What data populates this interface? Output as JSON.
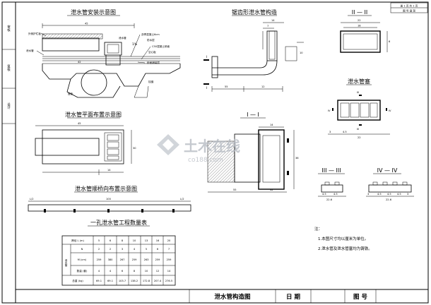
{
  "side_labels": [
    "审核",
    "复核",
    "设计"
  ],
  "top_right": {
    "line1": "册 1 页 共 1 页",
    "line2": "图  号 涵 洞"
  },
  "views": {
    "install": {
      "title": "泄水管安装示意图",
      "labels": {
        "guardrail": "外侧护栏板",
        "drain_pipe": "泄水管",
        "pipe": "泄水管",
        "asphalt": "沥青混凝土6cm",
        "waterproof": "防水层",
        "concrete": "C50混凝土桥面",
        "slab": "空心板",
        "cover": "盖板",
        "deck": "桥面铺装层",
        "hinge": "铰缝"
      },
      "dims": {
        "d45": "45",
        "d42": "42"
      }
    },
    "steel": {
      "title": "锯齿形泄水管构造",
      "dims": {
        "d14": "14",
        "d7": "7",
        "d55": "55",
        "d12": "12",
        "d10": "10"
      },
      "mark": "I"
    },
    "sec22": {
      "title": "II — II",
      "dims": {
        "d22": "22",
        "d18": "18",
        "d6": "6"
      }
    },
    "plan": {
      "title": "泄水管平面布置示意图",
      "dims": {
        "d45": "45",
        "d14": "14",
        "d30": "30"
      }
    },
    "elev": {
      "title": "泄水管顺桥向布置示意图",
      "dims": {
        "d100": "100",
        "l2a": "L/2",
        "l2b": "L/2"
      }
    },
    "sec11": {
      "title": "I — I",
      "dims": {
        "d55": "55",
        "d14": "14",
        "d36": "36",
        "d32": "32"
      }
    },
    "pipe_view": {
      "title": "泄水管塞",
      "labels": {
        "III": "III",
        "IV": "IV"
      },
      "dims": {
        "a": "3",
        "b": "4.5",
        "c": "22"
      }
    },
    "sec33": {
      "title": "III — III",
      "dims": {
        "a": "4.5",
        "b": "4.5",
        "c": "22.6"
      }
    },
    "sec44": {
      "title": "IV — IV",
      "dims": {
        "a": "3",
        "b": "4.5",
        "c": "4.5",
        "d": "4.5",
        "e": "3",
        "f": "22.6"
      }
    }
  },
  "table": {
    "title": "一孔泄水管工程数量表",
    "header": [
      "跨径 L (m)",
      "5",
      "6",
      "8",
      "10",
      "13",
      "16",
      "20"
    ],
    "row_group": "泄水管",
    "rows": [
      {
        "label": "N",
        "values": [
          "2",
          "2",
          "3",
          "4",
          "5",
          "6",
          "7"
        ]
      },
      {
        "label": "M (cm)",
        "values": [
          "259",
          "380",
          "267",
          "259",
          "263",
          "259",
          "259"
        ]
      },
      {
        "label": "数量 (套)",
        "values": [
          "4",
          "4",
          "6",
          "8",
          "10",
          "12",
          "14"
        ]
      },
      {
        "label": "总重 (kg)",
        "values": [
          "69.1",
          "69.1",
          "103.7",
          "138.2",
          "172.8",
          "207.4",
          "276.5"
        ]
      }
    ]
  },
  "notes": {
    "heading": "注：",
    "items": [
      "1.本图尺寸均以厘米为单位。",
      "2.泄水管及泄水管塞均为铸铁。"
    ]
  },
  "title_block": {
    "drawing_name": "泄水管构造图",
    "date_label": "日 期",
    "number_label": "图 号"
  },
  "watermark": {
    "main": "土木在线",
    "sub": "co188.com"
  }
}
